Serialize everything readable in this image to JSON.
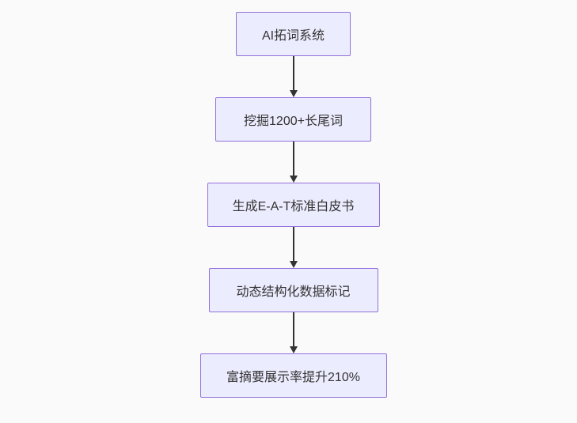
{
  "diagram": {
    "type": "flowchart",
    "direction": "top-down",
    "nodes": [
      {
        "id": "step-1",
        "label": "AI拓词系统"
      },
      {
        "id": "step-2",
        "label": "挖掘1200+长尾词"
      },
      {
        "id": "step-3",
        "label": "生成E-A-T标准白皮书"
      },
      {
        "id": "step-4",
        "label": "动态结构化数据标记"
      },
      {
        "id": "step-5",
        "label": "富摘要展示率提升210%"
      }
    ],
    "edges": [
      {
        "from": "step-1",
        "to": "step-2"
      },
      {
        "from": "step-2",
        "to": "step-3"
      },
      {
        "from": "step-3",
        "to": "step-4"
      },
      {
        "from": "step-4",
        "to": "step-5"
      }
    ],
    "colors": {
      "node_fill": "#ECECFF",
      "node_border": "#9370DB",
      "arrow": "#333333",
      "text": "#333333",
      "background": "#fafafa"
    }
  }
}
